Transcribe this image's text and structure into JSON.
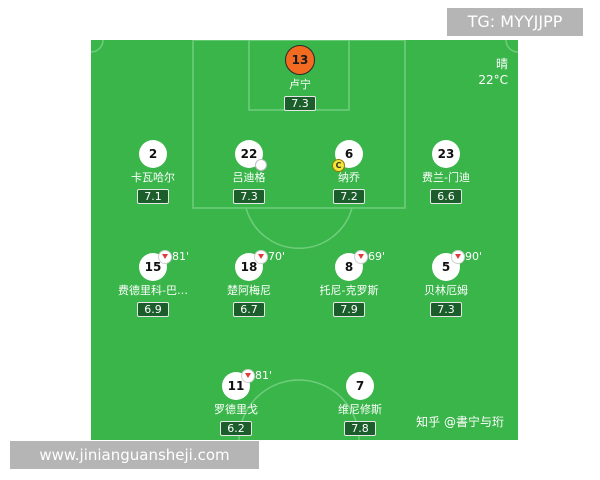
{
  "weather": {
    "condition": "晴",
    "temperature": "22°C"
  },
  "credit": "知乎 @書宁与珩",
  "tg_badge": "TG: MYYJJPP",
  "site_badge": "www.jinianguansheji.com",
  "players": [
    {
      "number": "13",
      "name": "卢宁",
      "rating": "7.3",
      "keeper": true
    },
    {
      "number": "2",
      "name": "卡瓦哈尔",
      "rating": "7.1"
    },
    {
      "number": "22",
      "name": "吕迪格",
      "rating": "7.3",
      "boot": true
    },
    {
      "number": "6",
      "name": "纳乔",
      "rating": "7.2",
      "captain": "C"
    },
    {
      "number": "23",
      "name": "费兰-门迪",
      "rating": "6.6"
    },
    {
      "number": "15",
      "name": "费德里科-巴…",
      "rating": "6.9",
      "sub_minute": "81'"
    },
    {
      "number": "18",
      "name": "楚阿梅尼",
      "rating": "6.7",
      "sub_minute": "70'"
    },
    {
      "number": "8",
      "name": "托尼-克罗斯",
      "rating": "7.9",
      "sub_minute": "69'"
    },
    {
      "number": "5",
      "name": "贝林厄姆",
      "rating": "7.3",
      "sub_minute": "90'"
    },
    {
      "number": "11",
      "name": "罗德里戈",
      "rating": "6.2",
      "sub_minute": "81'"
    },
    {
      "number": "7",
      "name": "维尼修斯",
      "rating": "7.8"
    }
  ]
}
